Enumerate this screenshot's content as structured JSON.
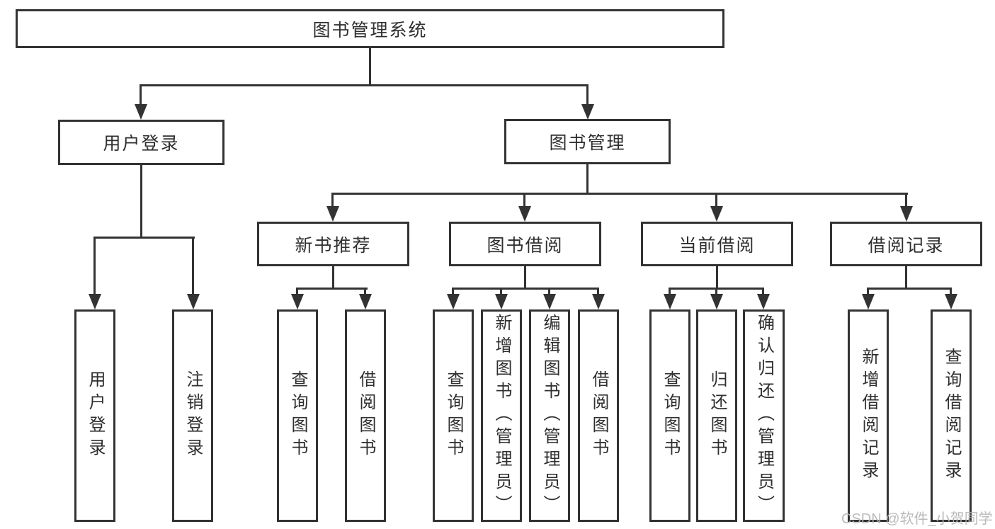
{
  "colors": {
    "line": "#333333",
    "text": "#2f2f2f",
    "box_background": "#ffffff",
    "page_background": "#ffffff",
    "watermark": "#b3b3b3"
  },
  "watermark": {
    "text": "CSDN @软件_小贺同学"
  },
  "nodes": {
    "root": {
      "label": "图书管理系统"
    },
    "user_login": {
      "label": "用户登录"
    },
    "book_management": {
      "label": "图书管理"
    },
    "new_book_recommend": {
      "label": "新书推荐"
    },
    "book_borrow": {
      "label": "图书借阅"
    },
    "current_borrow": {
      "label": "当前借阅"
    },
    "borrow_record": {
      "label": "借阅记录"
    },
    "leaf_user_login": {
      "label": "用户登录"
    },
    "leaf_logout": {
      "label": "注销登录"
    },
    "leaf_nb_query_book": {
      "label": "查询图书"
    },
    "leaf_nb_borrow_book": {
      "label": "借阅图书"
    },
    "leaf_bb_query_book": {
      "label": "查询图书"
    },
    "leaf_bb_add_book": {
      "label": "新增图书（管理员）"
    },
    "leaf_bb_edit_book": {
      "label": "编辑图书（管理员）"
    },
    "leaf_bb_borrow_book": {
      "label": "借阅图书"
    },
    "leaf_cb_query_book": {
      "label": "查询图书"
    },
    "leaf_cb_return_book": {
      "label": "归还图书"
    },
    "leaf_cb_confirm_return": {
      "label": "确认归还（管理员）"
    },
    "leaf_br_add_record": {
      "label": "新增借阅记录"
    },
    "leaf_br_query_record": {
      "label": "查询借阅记录"
    }
  },
  "hierarchy": {
    "图书管理系统": {
      "用户登录": [
        "用户登录",
        "注销登录"
      ],
      "图书管理": {
        "新书推荐": [
          "查询图书",
          "借阅图书"
        ],
        "图书借阅": [
          "查询图书",
          "新增图书（管理员）",
          "编辑图书（管理员）",
          "借阅图书"
        ],
        "当前借阅": [
          "查询图书",
          "归还图书",
          "确认归还（管理员）"
        ],
        "借阅记录": [
          "新增借阅记录",
          "查询借阅记录"
        ]
      }
    }
  }
}
